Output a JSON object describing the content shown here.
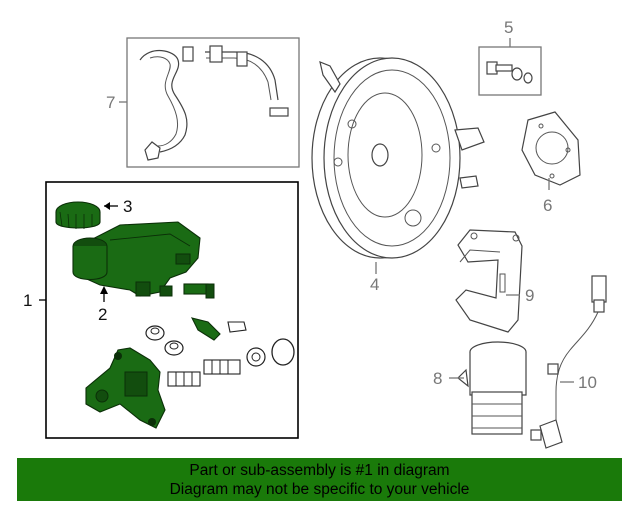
{
  "callouts": {
    "c1": "1",
    "c2": "2",
    "c3": "3",
    "c4": "4",
    "c5": "5",
    "c6": "6",
    "c7": "7",
    "c8": "8",
    "c9": "9",
    "c10": "10"
  },
  "highlighted_part": "1",
  "colors": {
    "highlight": "#1a6b14",
    "banner": "#1a7a0a",
    "callout_gray": "#777777"
  },
  "banner": {
    "line1": "Part or sub-assembly is #1 in diagram",
    "line2": "Diagram may not be specific to your vehicle"
  }
}
